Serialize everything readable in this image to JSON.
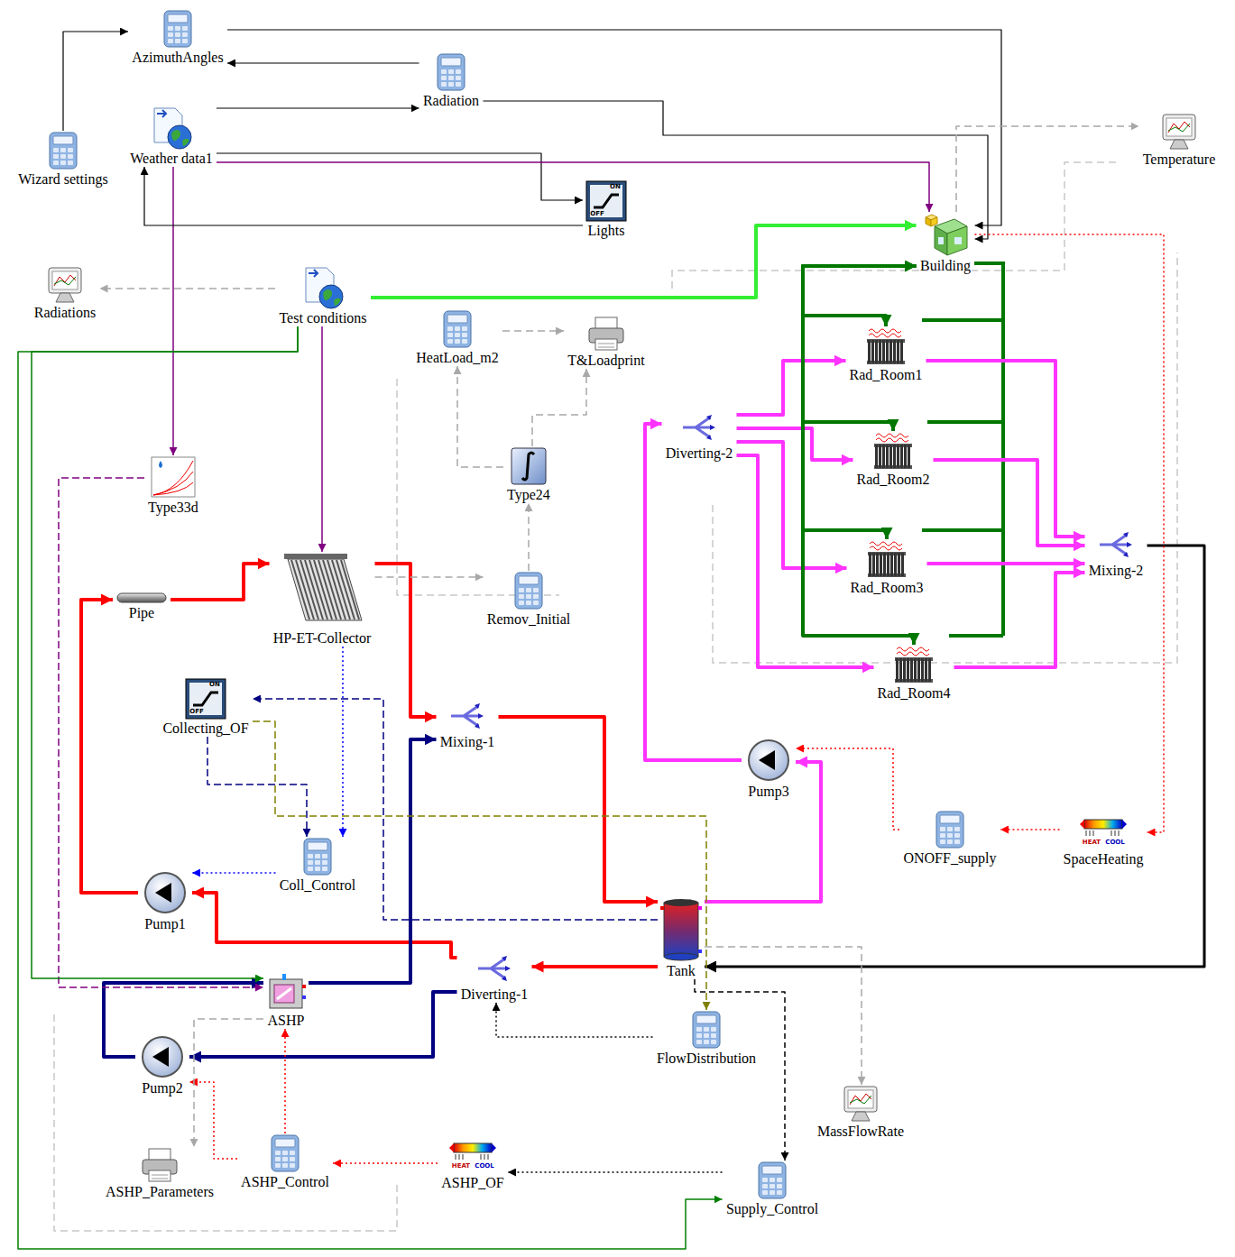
{
  "diagram": {
    "nodes": [
      {
        "text": [
          "AzimuthAngles"
        ]
      },
      {
        "text": [
          "Radiation"
        ]
      },
      {
        "text": [
          "Weather data1"
        ]
      },
      {
        "text": [
          "Wizard settings"
        ]
      },
      {
        "text": [
          "Lights"
        ]
      },
      {
        "text": [
          "Temperature"
        ]
      },
      {
        "text": [
          "Building"
        ]
      },
      {
        "text": [
          "Radiations"
        ]
      },
      {
        "text": [
          "Test conditions"
        ]
      },
      {
        "text": [
          "HeatLoad_m2"
        ]
      },
      {
        "text": [
          "T&Loadprint"
        ]
      },
      {
        "text": [
          "Rad_Room1"
        ]
      },
      {
        "text": [
          "Diverting-2"
        ]
      },
      {
        "text": [
          "Rad_Room2"
        ]
      },
      {
        "text": [
          "Type33d"
        ]
      },
      {
        "text": [
          "Type24"
        ]
      },
      {
        "text": [
          "Mixing-2"
        ]
      },
      {
        "text": [
          "Rad_Room3"
        ]
      },
      {
        "text": [
          "HP-ET-Collector"
        ]
      },
      {
        "text": [
          "Pipe"
        ]
      },
      {
        "text": [
          "Remov_Initial"
        ]
      },
      {
        "text": [
          "Rad_Room4"
        ]
      },
      {
        "text": [
          "Collecting_OF"
        ]
      },
      {
        "text": [
          "Mixing-1"
        ]
      },
      {
        "text": [
          "Pump3"
        ]
      },
      {
        "text": [
          "Coll_Control"
        ]
      },
      {
        "text": [
          "ONOFF_supply"
        ]
      },
      {
        "text": [
          "SpaceHeating"
        ]
      },
      {
        "text": [
          "Pump1"
        ]
      },
      {
        "text": [
          "Tank"
        ]
      },
      {
        "text": [
          "Diverting-1"
        ]
      },
      {
        "text": [
          "ASHP"
        ]
      },
      {
        "text": [
          "FlowDistribution"
        ]
      },
      {
        "text": [
          "Pump2"
        ]
      },
      {
        "text": [
          "MassFlowRate"
        ]
      },
      {
        "text": [
          "ASHP_Parameters"
        ]
      },
      {
        "text": [
          "ASHP_Control"
        ]
      },
      {
        "text": [
          "ASHP_OF"
        ]
      },
      {
        "text": [
          "Supply_Control"
        ]
      }
    ],
    "edges": [
      {
        "from": 28,
        "to": 19,
        "arrow": "to"
      },
      {
        "from": 19,
        "to": 18,
        "arrow": "to"
      },
      {
        "from": 18,
        "to": 23,
        "arrow": "to"
      },
      {
        "from": 23,
        "to": 29,
        "arrow": "to"
      },
      {
        "from": 29,
        "to": 30,
        "arrow": "to"
      },
      {
        "from": 30,
        "to": 28,
        "arrow": "to"
      },
      {
        "from": 30,
        "to": 33,
        "arrow": "to"
      },
      {
        "from": 33,
        "to": 31,
        "arrow": "to"
      },
      {
        "from": 31,
        "to": 23,
        "arrow": "to"
      },
      {
        "from": 29,
        "to": 24,
        "arrow": "to"
      },
      {
        "from": 24,
        "to": 12,
        "arrow": "to"
      },
      {
        "from": 12,
        "to": 11,
        "arrow": "to"
      },
      {
        "from": 12,
        "to": 13,
        "arrow": "to"
      },
      {
        "from": 12,
        "to": 17,
        "arrow": "to"
      },
      {
        "from": 12,
        "to": 21,
        "arrow": "to"
      },
      {
        "from": 11,
        "to": 16,
        "arrow": "to"
      },
      {
        "from": 13,
        "to": 16,
        "arrow": "to"
      },
      {
        "from": 17,
        "to": 16,
        "arrow": "to"
      },
      {
        "from": 21,
        "to": 16,
        "arrow": "to"
      },
      {
        "from": 16,
        "to": 29,
        "arrow": "to"
      },
      {
        "from": 8,
        "to": 6,
        "arrow": "to"
      },
      {
        "from": 6,
        "to": 11,
        "arrow": "both"
      },
      {
        "from": 6,
        "to": 13,
        "arrow": "both"
      },
      {
        "from": 6,
        "to": 17,
        "arrow": "both"
      },
      {
        "from": 6,
        "to": 21,
        "arrow": "both"
      },
      {
        "from": 2,
        "to": 14,
        "arrow": "to"
      },
      {
        "from": 3,
        "to": 0,
        "arrow": "to"
      },
      {
        "from": 0,
        "to": 6,
        "arrow": "to"
      },
      {
        "from": 1,
        "to": 0,
        "arrow": "to"
      },
      {
        "from": 2,
        "to": 1,
        "arrow": "to"
      },
      {
        "from": 1,
        "to": 6,
        "arrow": "to"
      },
      {
        "from": 2,
        "to": 4,
        "arrow": "to"
      },
      {
        "from": 4,
        "to": 2,
        "arrow": "to"
      },
      {
        "from": 2,
        "to": 6,
        "arrow": "to"
      },
      {
        "from": 8,
        "to": 18,
        "arrow": "to"
      },
      {
        "from": 8,
        "to": 7,
        "arrow": "to"
      },
      {
        "from": 14,
        "to": 31,
        "arrow": "to"
      },
      {
        "from": 6,
        "to": 27,
        "arrow": "to"
      },
      {
        "from": 27,
        "to": 26,
        "arrow": "to"
      },
      {
        "from": 26,
        "to": 24,
        "arrow": "to"
      },
      {
        "from": 25,
        "to": 28,
        "arrow": "to"
      },
      {
        "from": 18,
        "to": 25,
        "arrow": "to"
      },
      {
        "from": 22,
        "to": 25,
        "arrow": "to"
      },
      {
        "from": 29,
        "to": 22,
        "arrow": "to"
      },
      {
        "from": 22,
        "to": 32,
        "arrow": "to"
      },
      {
        "from": 32,
        "to": 30,
        "arrow": "to"
      },
      {
        "from": 29,
        "to": 38,
        "arrow": "to"
      },
      {
        "from": 38,
        "to": 37,
        "arrow": "to"
      },
      {
        "from": 37,
        "to": 36,
        "arrow": "to"
      },
      {
        "from": 36,
        "to": 31,
        "arrow": "to"
      },
      {
        "from": 36,
        "to": 33,
        "arrow": "to"
      },
      {
        "from": 9,
        "to": 10,
        "arrow": "to"
      },
      {
        "from": 15,
        "to": 9,
        "arrow": "to"
      },
      {
        "from": 15,
        "to": 10,
        "arrow": "to"
      },
      {
        "from": 20,
        "to": 15,
        "arrow": "to"
      },
      {
        "from": 18,
        "to": 20,
        "arrow": "to"
      },
      {
        "from": 6,
        "to": 5,
        "arrow": "to"
      },
      {
        "from": 31,
        "to": 35,
        "arrow": "to"
      },
      {
        "from": 29,
        "to": 34,
        "arrow": "to"
      },
      {
        "from": 8,
        "to": 31,
        "arrow": "to"
      },
      {
        "from": 8,
        "to": 38,
        "arrow": "to"
      }
    ],
    "labels": [
      "ON",
      "OFF",
      "ON",
      "OFF",
      "HEAT",
      "COOL",
      "HEAT",
      "COOL"
    ]
  }
}
